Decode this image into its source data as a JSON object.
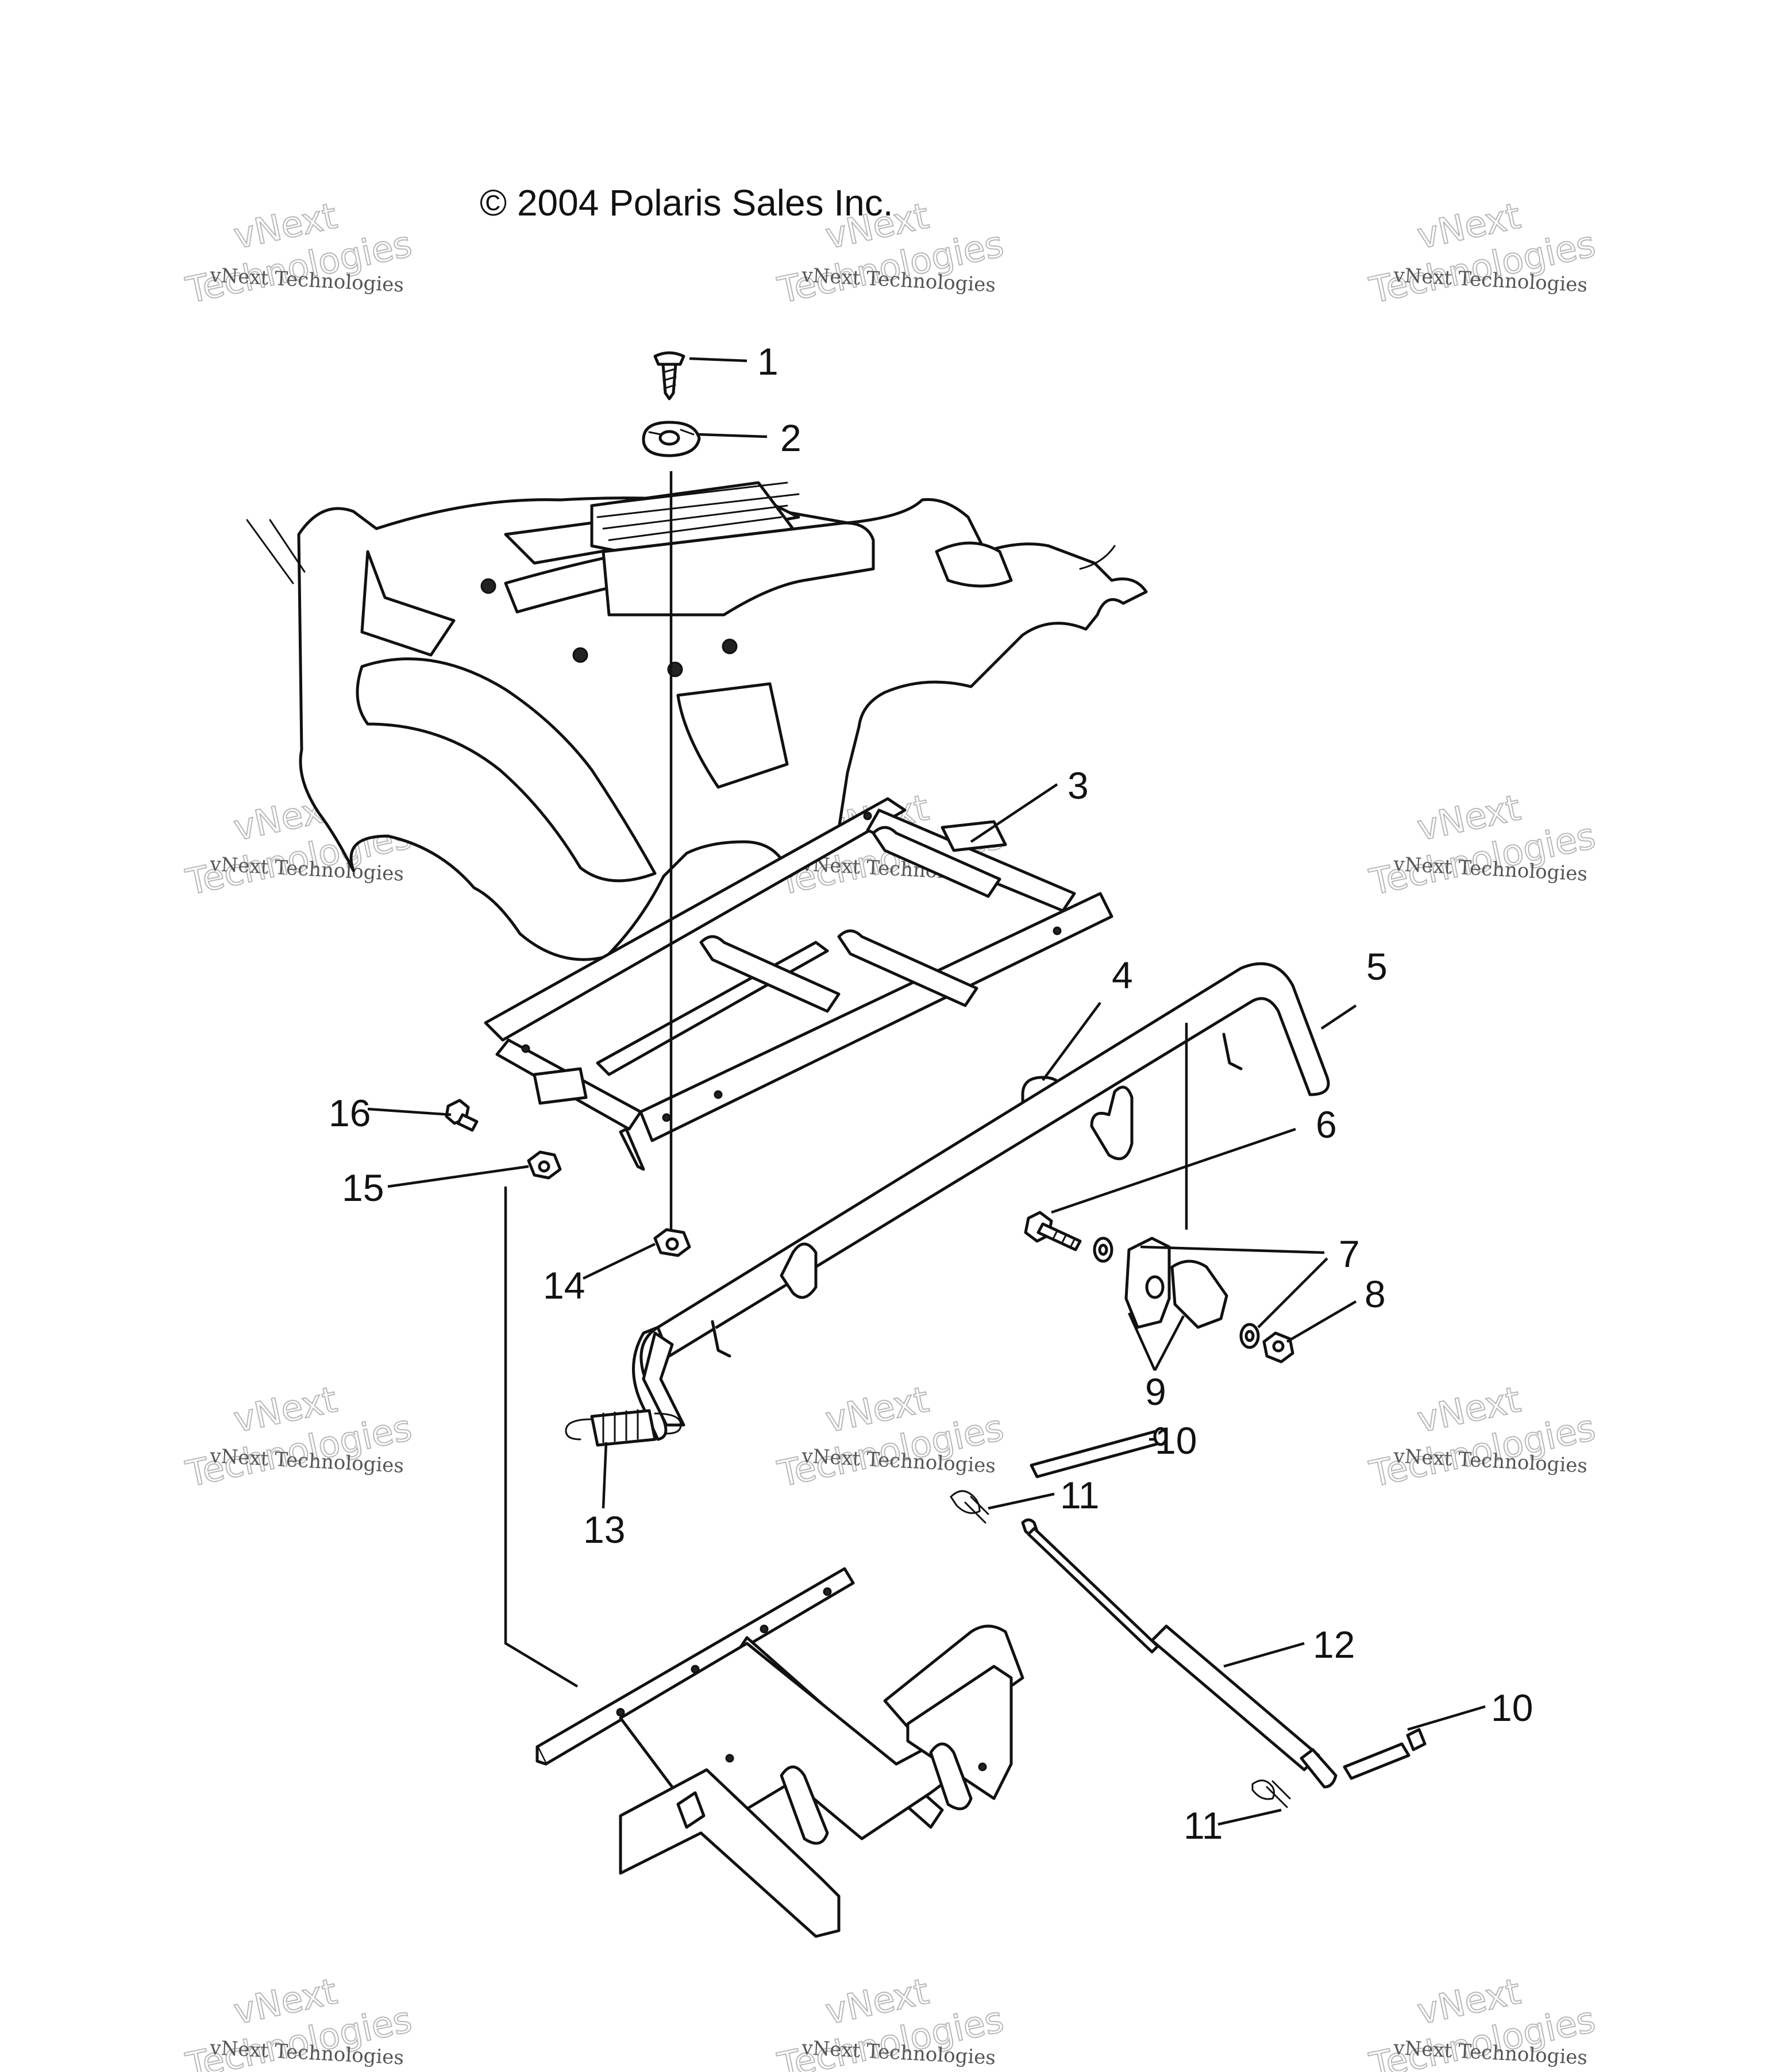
{
  "copyright": "© 2004 Polaris Sales Inc.",
  "watermark": {
    "line1": "vNext Technologies",
    "line2": "vNext",
    "line3": "Technologies"
  },
  "callouts": [
    {
      "id": "c1",
      "label": "1"
    },
    {
      "id": "c2",
      "label": "2"
    },
    {
      "id": "c3",
      "label": "3"
    },
    {
      "id": "c4",
      "label": "4"
    },
    {
      "id": "c5",
      "label": "5"
    },
    {
      "id": "c6",
      "label": "6"
    },
    {
      "id": "c7",
      "label": "7"
    },
    {
      "id": "c8",
      "label": "8"
    },
    {
      "id": "c9",
      "label": "9"
    },
    {
      "id": "c10a",
      "label": "10"
    },
    {
      "id": "c10b",
      "label": "10"
    },
    {
      "id": "c11a",
      "label": "11"
    },
    {
      "id": "c11b",
      "label": "11"
    },
    {
      "id": "c12",
      "label": "12"
    },
    {
      "id": "c13",
      "label": "13"
    },
    {
      "id": "c14",
      "label": "14"
    },
    {
      "id": "c15",
      "label": "15"
    },
    {
      "id": "c16",
      "label": "16"
    }
  ]
}
